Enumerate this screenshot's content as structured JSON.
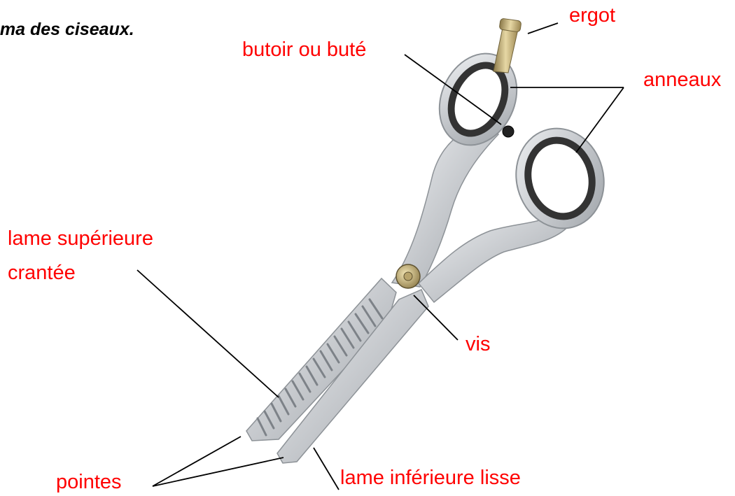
{
  "title": "éma des ciseaux.",
  "labels": {
    "ergot": "ergot",
    "butoir": "butoir ou buté",
    "anneaux": "anneaux",
    "lame_superieure_line1": "lame supérieure",
    "lame_superieure_line2": "crantée",
    "vis": "vis",
    "pointes": "pointes",
    "lame_inferieure": "lame inférieure lisse"
  },
  "colors": {
    "label": "#ff0000",
    "leader_line": "#000000",
    "steel": "#c9ccd0",
    "ring_rubber": "#3a3a3a",
    "brass": "#c8b478"
  },
  "icons": {
    "illustration": "scissors-illustration"
  }
}
